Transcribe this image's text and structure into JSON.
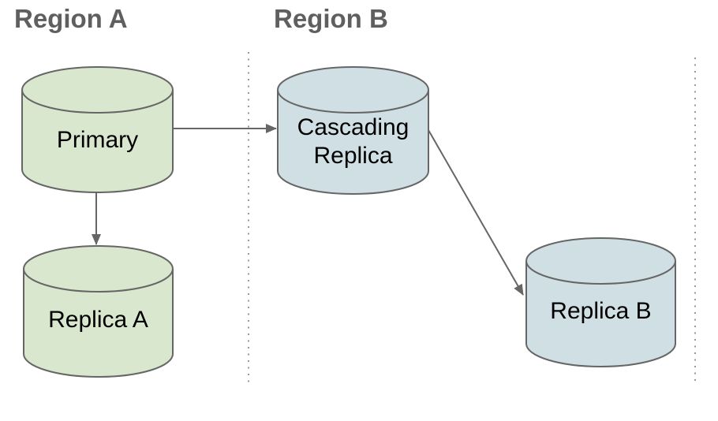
{
  "diagram": {
    "type": "architecture-diagram",
    "regions": [
      {
        "label": "Region A"
      },
      {
        "label": "Region B"
      }
    ],
    "nodes": [
      {
        "label": "Primary",
        "shape": "cylinder",
        "region": "Region A",
        "fill": "#d8e7cd"
      },
      {
        "label": "Replica A",
        "shape": "cylinder",
        "region": "Region A",
        "fill": "#d8e7cd"
      },
      {
        "label": "Cascading Replica",
        "shape": "cylinder",
        "region": "Region B",
        "fill": "#cfdfe3"
      },
      {
        "label": "Replica B",
        "shape": "cylinder",
        "region": "Region B",
        "fill": "#cfdfe3"
      }
    ],
    "edges": [
      {
        "from": "Primary",
        "to": "Cascading Replica"
      },
      {
        "from": "Primary",
        "to": "Replica A"
      },
      {
        "from": "Cascading Replica",
        "to": "Replica B"
      }
    ],
    "colors": {
      "green_fill": "#d8e7cd",
      "blue_fill": "#cfdfe3",
      "stroke": "#666666",
      "arrow": "#666666",
      "separator": "#999999",
      "heading_text": "#5f5f5f",
      "label_text": "#000000"
    }
  }
}
